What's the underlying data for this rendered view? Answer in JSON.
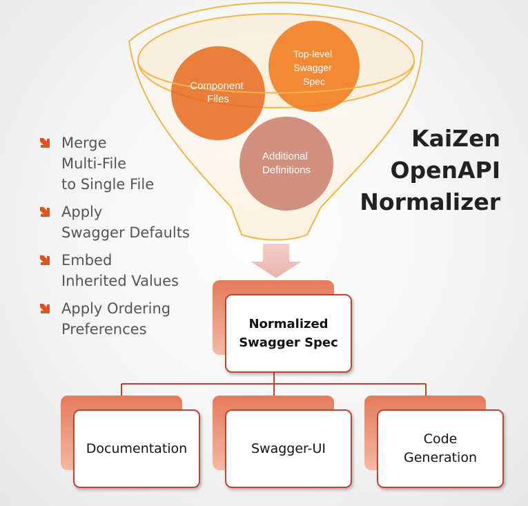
{
  "title": "KaiZen\nOpenAPI\nNormalizer",
  "funnel_inputs": {
    "component": "Component\nFiles",
    "toplevel": "Top-level\nSwagger\nSpec",
    "additional": "Additional\nDefinitions"
  },
  "bullets": [
    "Merge\nMulti-File\nto Single File",
    "Apply\nSwagger Defaults",
    "Embed\nInherited Values",
    "Apply Ordering\nPreferences"
  ],
  "output": "Normalized\nSwagger Spec",
  "targets": [
    "Documentation",
    "Swagger-UI",
    "Code\nGeneration"
  ],
  "colors": {
    "funnel_outline": "#f2b547",
    "circle_component": "#e86a1e",
    "circle_toplevel": "#f07d22",
    "circle_additional": "#d08a78",
    "box_border": "#c0432a",
    "bullet_arrow": "#d9541e"
  },
  "icons": {
    "bullet": "arrow-down-right-icon",
    "process": "down-arrow-icon"
  }
}
